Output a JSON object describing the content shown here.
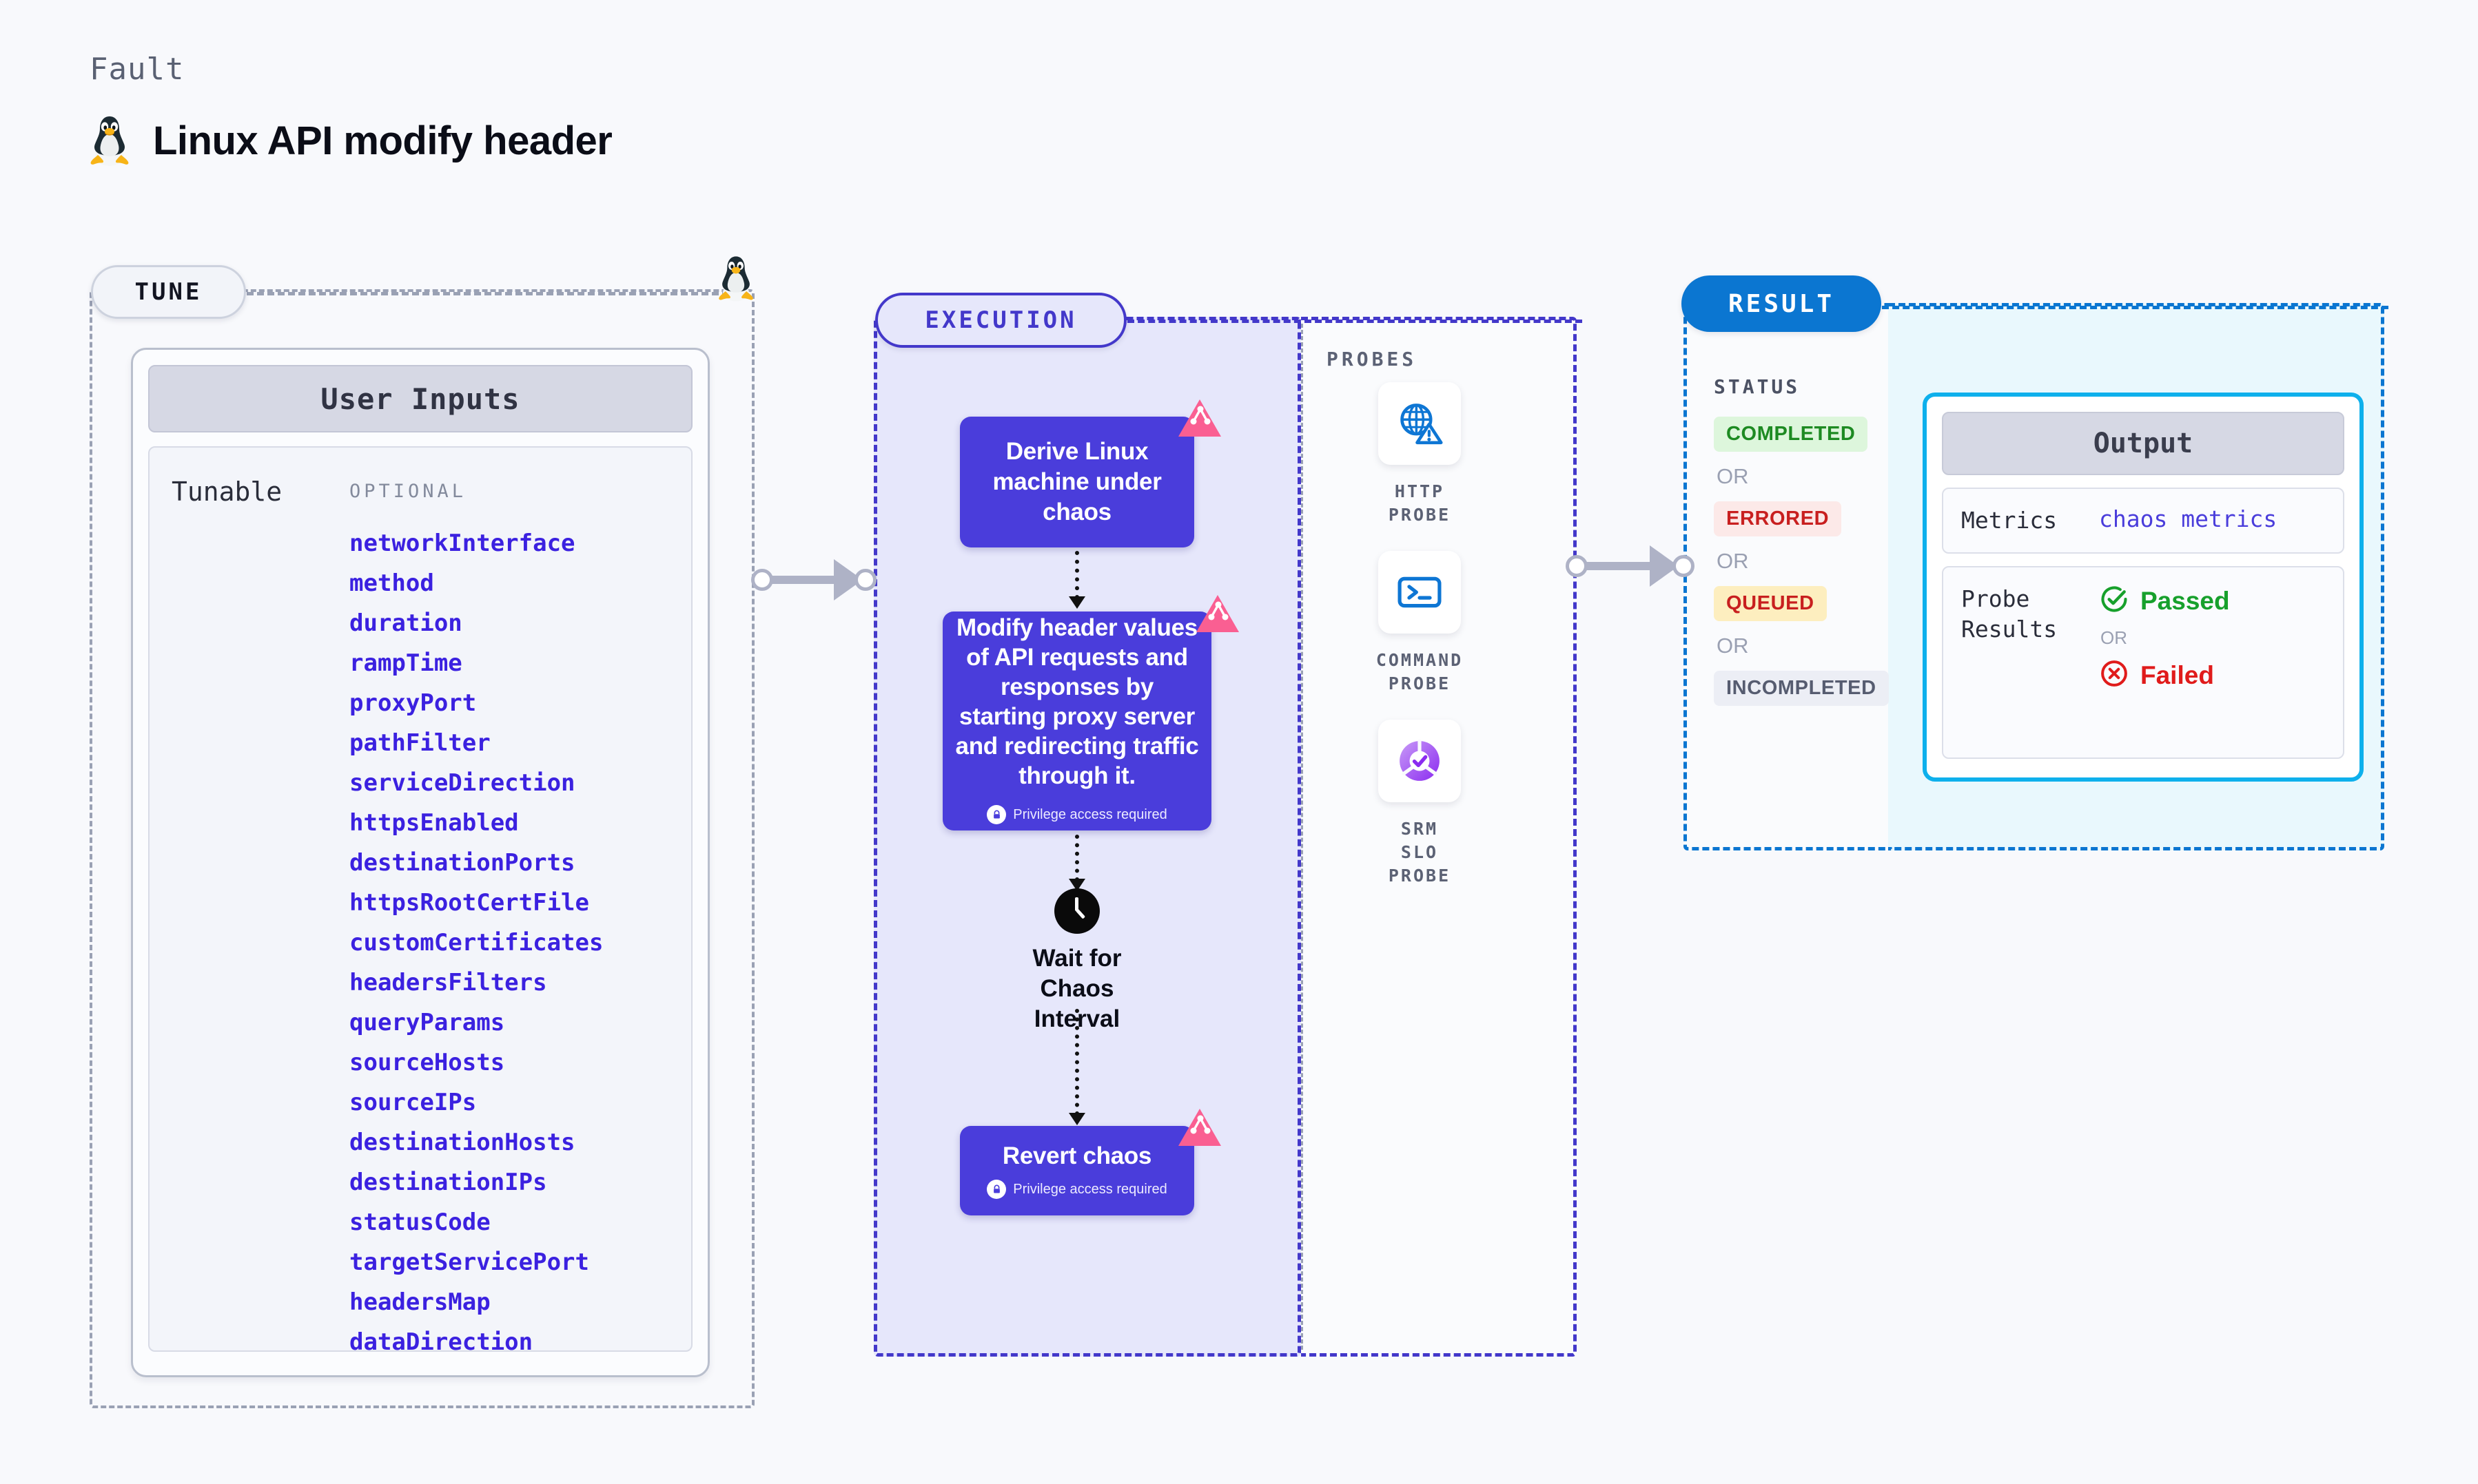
{
  "header": {
    "kicker": "Fault",
    "title": "Linux API modify header",
    "os_icon": "linux-penguin-icon"
  },
  "tune": {
    "pill_label": "TUNE",
    "card_title": "User Inputs",
    "tunable_label": "Tunable",
    "optional_label": "OPTIONAL",
    "tunables": [
      "networkInterface",
      "method",
      "duration",
      "rampTime",
      "proxyPort",
      "pathFilter",
      "serviceDirection",
      "httpsEnabled",
      "destinationPorts",
      "httpsRootCertFile",
      "customCertificates",
      "headersFilters",
      "queryParams",
      "sourceHosts",
      "sourceIPs",
      "destinationHosts",
      "destinationIPs",
      "statusCode",
      "targetServicePort",
      "headersMap",
      "dataDirection"
    ]
  },
  "execution": {
    "pill_label": "EXECUTION",
    "steps": [
      {
        "id": "derive",
        "text": "Derive Linux machine under chaos",
        "privilege": null,
        "flag": true
      },
      {
        "id": "modify",
        "text": "Modify header values of API requests and responses by starting proxy server and redirecting traffic through it.",
        "privilege": "Privilege access required",
        "flag": true
      },
      {
        "id": "wait",
        "text": "Wait for Chaos Interval",
        "privilege": null,
        "flag": false,
        "icon": "clock-icon"
      },
      {
        "id": "revert",
        "text": "Revert chaos",
        "privilege": "Privilege access required",
        "flag": true
      }
    ]
  },
  "probes": {
    "title": "PROBES",
    "items": [
      {
        "label": "HTTP PROBE",
        "icon": "globe-warning-icon"
      },
      {
        "label": "COMMAND PROBE",
        "icon": "terminal-icon"
      },
      {
        "label": "SRM SLO PROBE",
        "icon": "slo-donut-check-icon"
      }
    ]
  },
  "result": {
    "pill_label": "RESULT",
    "status_title": "STATUS",
    "or_label": "OR",
    "statuses": [
      {
        "label": "COMPLETED",
        "style": "completed"
      },
      {
        "label": "ERRORED",
        "style": "errored"
      },
      {
        "label": "QUEUED",
        "style": "queued"
      },
      {
        "label": "INCOMPLETED",
        "style": "incomplete"
      }
    ],
    "output": {
      "title": "Output",
      "metrics_key": "Metrics",
      "metrics_value": "chaos metrics",
      "probe_results_key": "Probe Results",
      "passed_label": "Passed",
      "failed_label": "Failed",
      "or_label": "OR"
    }
  },
  "colors": {
    "page_bg": "#f8f9fc",
    "node_purple": "#4a3ddb",
    "exec_accent": "#4338ca",
    "exec_fill": "#e6e7fb",
    "result_accent": "#0b76d1",
    "output_accent": "#0eb0ec",
    "output_fill": "#e9f8fd",
    "tunable_text": "#3b21e0",
    "flag_pink": "#fa5f92",
    "pass_green": "#17a02c",
    "fail_red": "#e01b1b",
    "queued_amber": "#fdeebf",
    "probe_blue": "#0b76d1",
    "probe_purple": "#9a48f0"
  }
}
